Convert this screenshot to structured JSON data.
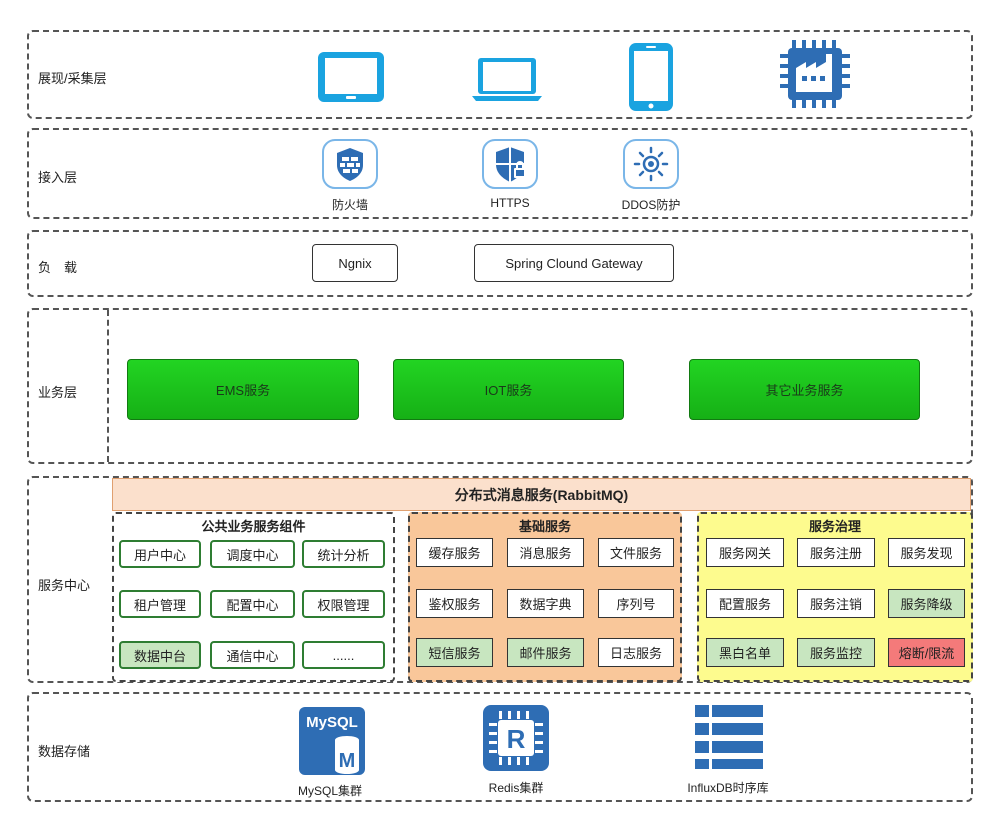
{
  "layers": {
    "presentation": {
      "label": "展现/采集层",
      "icons": [
        "tablet-icon",
        "laptop-icon",
        "phone-icon",
        "iot-chip-icon"
      ]
    },
    "access": {
      "label": "接入层",
      "items": [
        {
          "icon": "firewall-icon",
          "label": "防火墙"
        },
        {
          "icon": "https-shield-icon",
          "label": "HTTPS"
        },
        {
          "icon": "ddos-icon",
          "label": "DDOS防护"
        }
      ]
    },
    "load": {
      "label": "负　载",
      "items": [
        "Ngnix",
        "Spring Clound Gateway"
      ]
    },
    "business": {
      "label": "业务层",
      "items": [
        "EMS服务",
        "IOT服务",
        "其它业务服务"
      ]
    },
    "service_center": {
      "label": "服务中心",
      "mq_title": "分布式消息服务(RabbitMQ)",
      "public": {
        "title": "公共业务服务组件",
        "items": [
          "用户中心",
          "调度中心",
          "统计分析",
          "租户管理",
          "配置中心",
          "权限管理",
          "数据中台",
          "通信中心",
          "......"
        ]
      },
      "base": {
        "title": "基础服务",
        "items": [
          "缓存服务",
          "消息服务",
          "文件服务",
          "鉴权服务",
          "数据字典",
          "序列号",
          "短信服务",
          "邮件服务",
          "日志服务"
        ]
      },
      "governance": {
        "title": "服务治理",
        "items": [
          "服务网关",
          "服务注册",
          "服务发现",
          "配置服务",
          "服务注销",
          "服务降级",
          "黑白名单",
          "服务监控",
          "熔断/限流"
        ]
      }
    },
    "storage": {
      "label": "数据存储",
      "items": [
        {
          "icon": "mysql-icon",
          "label": "MySQL集群",
          "logo_text": "MySQL",
          "logo_letter": "M"
        },
        {
          "icon": "redis-icon",
          "label": "Redis集群",
          "logo_letter": "R"
        },
        {
          "icon": "influxdb-icon",
          "label": "InfluxDB时序库"
        }
      ]
    }
  },
  "colors": {
    "device_blue": "#1aa3e0",
    "chip_blue": "#2e6db4",
    "green": "#1dc01d",
    "orange": "#f9c79a",
    "yellow": "#fdfb8e",
    "peach": "#fbe0cc",
    "red": "#f47a7a"
  }
}
